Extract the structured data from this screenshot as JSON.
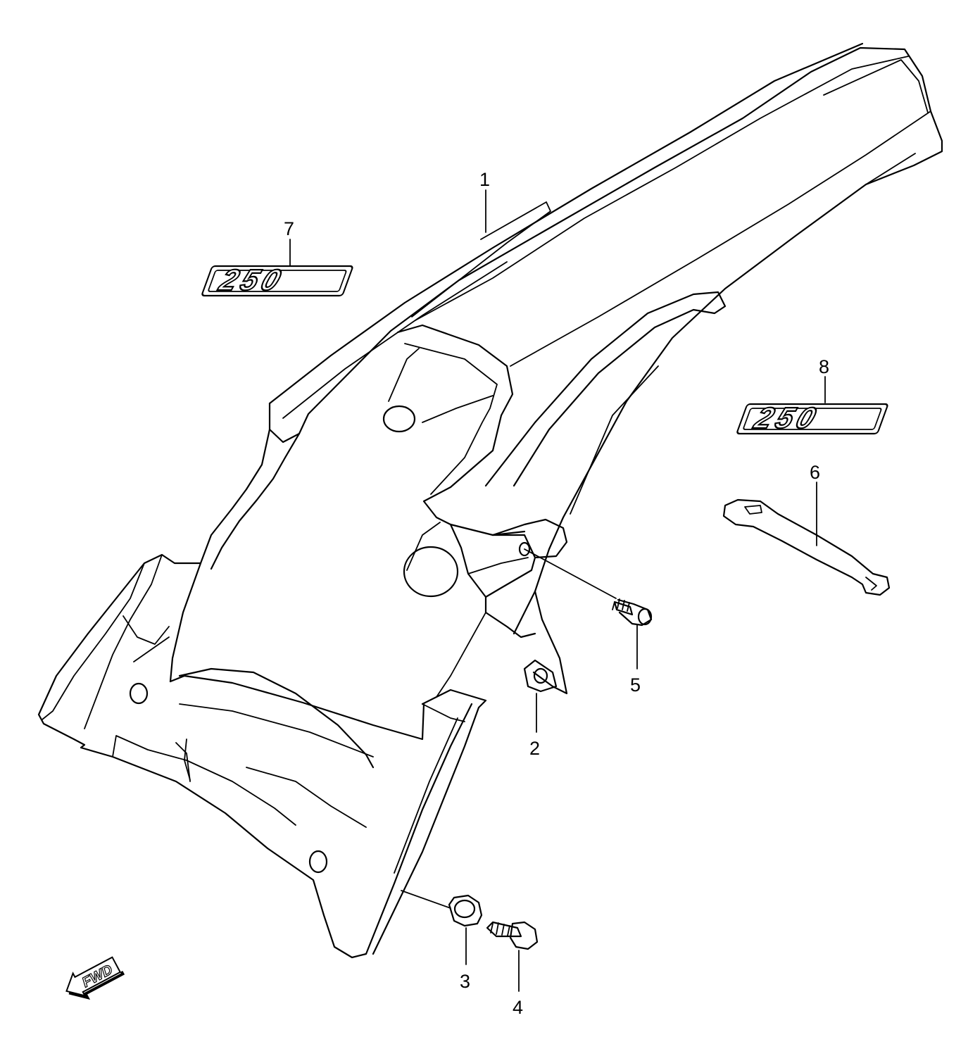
{
  "callouts": [
    {
      "id": "1",
      "label": "1"
    },
    {
      "id": "2",
      "label": "2"
    },
    {
      "id": "3",
      "label": "3"
    },
    {
      "id": "4",
      "label": "4"
    },
    {
      "id": "5",
      "label": "5"
    },
    {
      "id": "6",
      "label": "6"
    },
    {
      "id": "7",
      "label": "7"
    },
    {
      "id": "8",
      "label": "8"
    }
  ],
  "decals": {
    "left_text": "250",
    "right_text": "250"
  },
  "direction_arrow": {
    "text": "FWD"
  }
}
